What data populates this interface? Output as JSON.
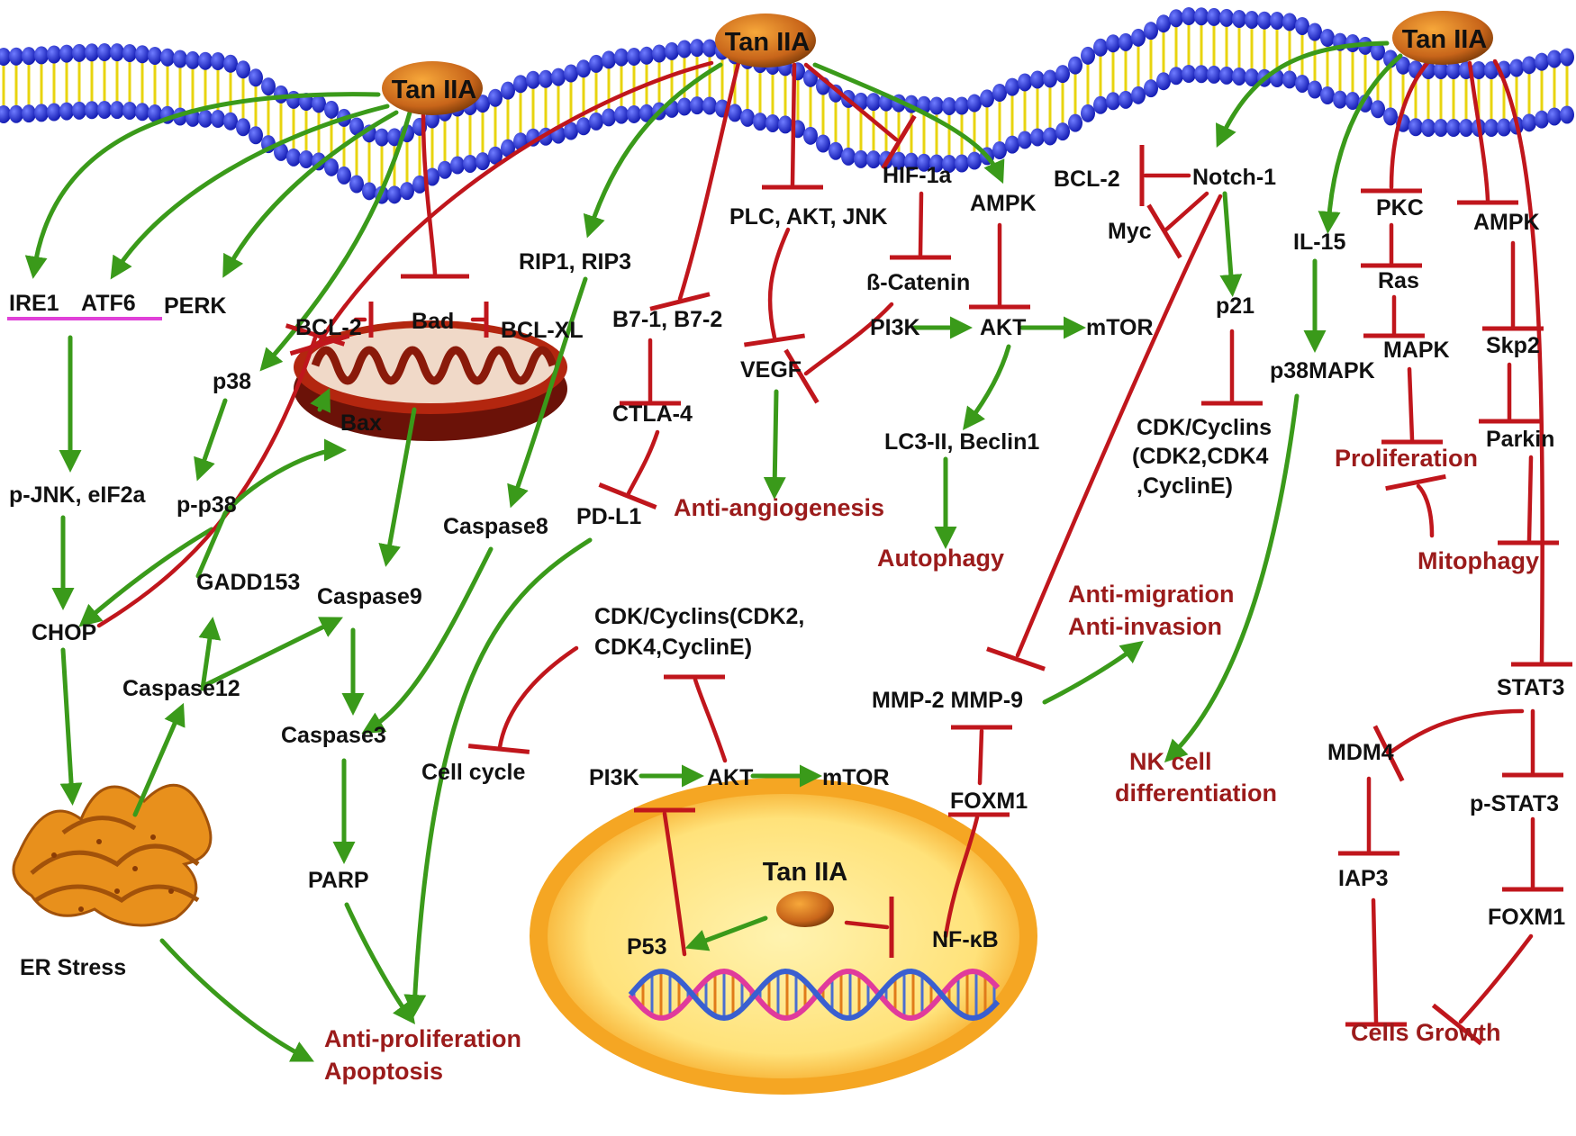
{
  "drug": "Tan IIA",
  "nodes": {
    "ire1": "IRE1",
    "atf6": "ATF6",
    "perk": "PERK",
    "pjnk": "p-JNK, eIF2a",
    "chop": "CHOP",
    "p38": "p38",
    "pp38": "p-p38",
    "gadd153": "GADD153",
    "caspase12": "Caspase12",
    "er_stress": "ER Stress",
    "bcl2_a": "BCL-2",
    "bad": "Bad",
    "bclxl": "BCL-XL",
    "bax": "Bax",
    "caspase9": "Caspase9",
    "caspase3": "Caspase3",
    "parp": "PARP",
    "rip": "RIP1, RIP3",
    "caspase8": "Caspase8",
    "b7": "B7-1, B7-2",
    "ctla4": "CTLA-4",
    "pdl1": "PD-L1",
    "plc": "PLC, AKT, JNK",
    "vegf": "VEGF",
    "hif": "HIF-1a",
    "bcatenin": "ß-Catenin",
    "ampk_a": "AMPK",
    "pi3k_a": "PI3K",
    "akt_a": "AKT",
    "mtor_a": "mTOR",
    "lc3": "LC3-II, Beclin1",
    "bcl2_b": "BCL-2",
    "notch": "Notch-1",
    "myc": "Myc",
    "p21": "p21",
    "cdk_a1": "CDK/Cyclins",
    "cdk_a2": "(CDK2,CDK4",
    "cdk_a3": ",CyclinE)",
    "cdk_b1": "CDK/Cyclins(CDK2,",
    "cdk_b2": "CDK4,CyclinE)",
    "cell_cycle": "Cell cycle",
    "pi3k_b": "PI3K",
    "akt_b": "AKT",
    "mtor_b": "mTOR",
    "mmp": "MMP-2  MMP-9",
    "foxm1_a": "FOXM1",
    "p53": "P53",
    "nfkb": "NF-κB",
    "il15": "IL-15",
    "p38mapk": "p38MAPK",
    "pkc": "PKC",
    "ras": "Ras",
    "mapk": "MAPK",
    "ampk_b": "AMPK",
    "skp2": "Skp2",
    "parkin": "Parkin",
    "stat3": "STAT3",
    "mdm4": "MDM4",
    "pstat3": "p-STAT3",
    "iap3": "IAP3",
    "foxm1_b": "FOXM1"
  },
  "outcomes": {
    "anti_angio": "Anti-angiogenesis",
    "autophagy": "Autophagy",
    "anti_migration": "Anti-migration",
    "anti_invasion": "Anti-invasion",
    "nk1": "NK cell",
    "nk2": "differentiation",
    "proliferation": "Proliferation",
    "mitophagy": "Mitophagy",
    "anti_prolif": "Anti-proliferation",
    "apoptosis": "Apoptosis",
    "cells_growth": "Cells Growth"
  },
  "colors": {
    "activation": "#3a9a1a",
    "inhibition": "#c0161c",
    "outcome_text": "#9b1b1b",
    "membrane_head": "#1f2bd6",
    "membrane_tail": "#f2e21a",
    "nucleus": "#f5a623",
    "nucleus_inner": "#ffe98a",
    "mitochondrion": "#a3200f",
    "er": "#e8901c",
    "drug": "#c8651a",
    "underline": "#e040d8"
  }
}
